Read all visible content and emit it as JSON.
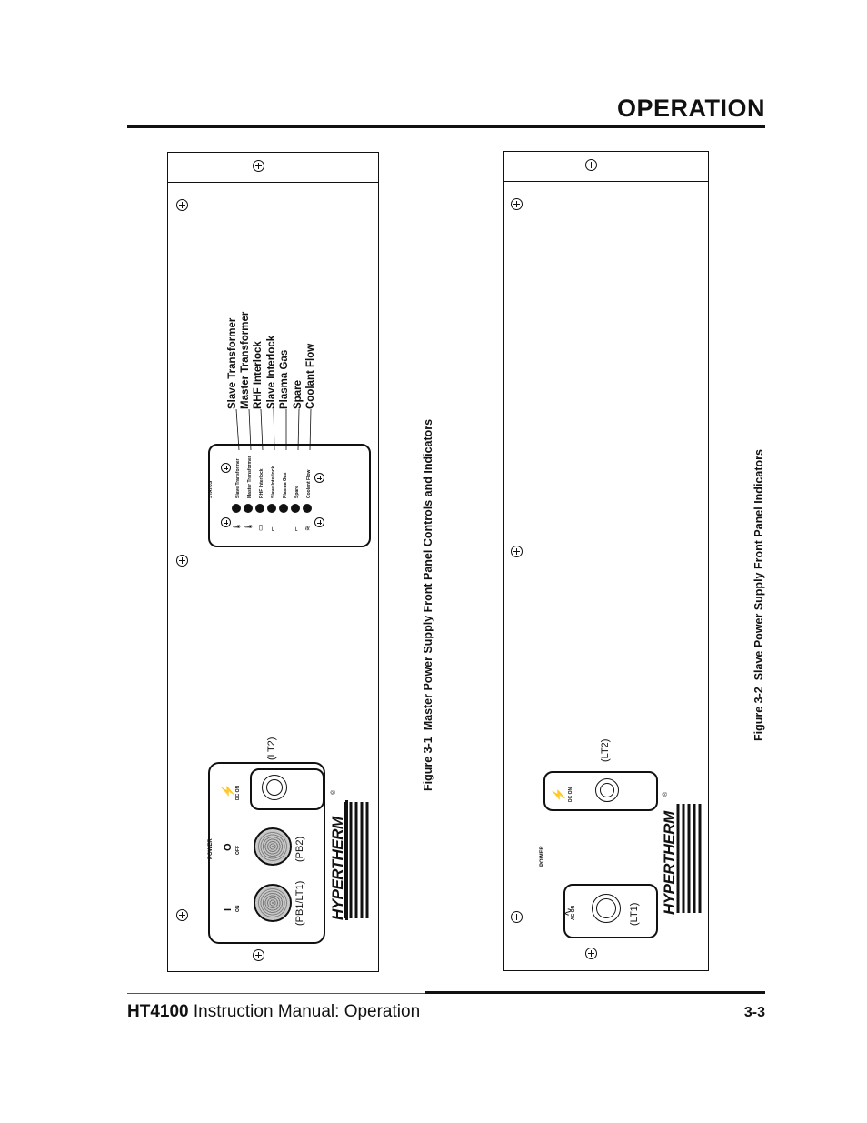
{
  "header": {
    "section_title": "OPERATION"
  },
  "figure1": {
    "caption_number": "Figure 3-1",
    "caption_text": "Master Power Supply Front Panel Controls and Indicators",
    "power_label": "POWER",
    "on_symbol": "I",
    "on_label": "ON",
    "off_symbol": "O",
    "off_label": "OFF",
    "dc_on_label": "DC ON",
    "callout_pb1": "(PB1/LT1)",
    "callout_pb2": "(PB2)",
    "callout_lt2": "(LT2)",
    "brand": "HYPERTHERM",
    "registered": "®",
    "status_label": "STATUS",
    "status_items": [
      "Slave Transformer",
      "Master Transformer",
      "RHF Interlock",
      "Slave Interlock",
      "Plasma Gas",
      "Spare",
      "Coolant Flow"
    ],
    "callouts": [
      "Slave Transformer",
      "Master Transformer",
      "RHF Interlock",
      "Slave Interlock",
      "Plasma Gas",
      "Spare",
      "Coolant Flow"
    ]
  },
  "figure2": {
    "caption_number": "Figure 3-2",
    "caption_text": "Slave Power Supply Front Panel Indicators",
    "power_label": "POWER",
    "ac_on_label": "AC ON",
    "dc_on_label": "DC ON",
    "callout_lt1": "(LT1)",
    "callout_lt2": "(LT2)",
    "brand": "HYPERTHERM",
    "registered": "®"
  },
  "footer": {
    "model": "HT4100",
    "manual_title": " Instruction Manual: Operation",
    "page_number": "3-3"
  }
}
